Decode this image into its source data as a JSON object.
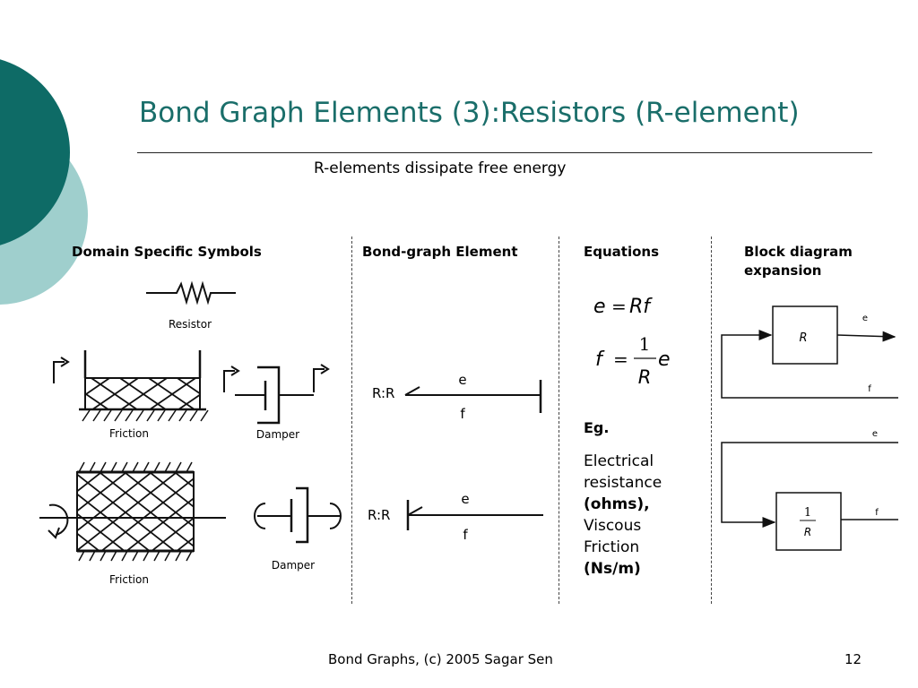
{
  "slide": {
    "title": "Bond Graph Elements (3):Resistors (R-element)",
    "subtitle": "R-elements dissipate free energy"
  },
  "columns": {
    "domain_symbols": "Domain Specific Symbols",
    "bond_graph_element": "Bond-graph Element",
    "equations": "Equations",
    "block_diagram": "Block diagram expansion"
  },
  "symbols": {
    "resistor": "Resistor",
    "friction_translational": "Friction",
    "damper_translational": "Damper",
    "friction_rotational": "Friction",
    "damper_rotational": "Damper"
  },
  "bond_graph": {
    "element_top": "R:R",
    "effort_top": "e",
    "flow_top": "f",
    "element_bottom": "R:R",
    "effort_bottom": "e",
    "flow_bottom": "f"
  },
  "equations": {
    "eq1_lhs": "e",
    "eq1_eq": "=",
    "eq1_rhs": "Rf",
    "eq2_lhs": "f",
    "eq2_eq": "=",
    "eq2_num": "1",
    "eq2_den": "R",
    "eq2_var": "e"
  },
  "example": {
    "heading": "Eg.",
    "line1": "Electrical",
    "line2": "resistance",
    "line3": "(ohms),",
    "line4": "Viscous",
    "line5": "Friction",
    "line6": "(Ns/m)"
  },
  "block_diagram": {
    "top_block": "R",
    "top_out": "e",
    "top_in": "f",
    "bottom_num": "1",
    "bottom_den": "R",
    "bottom_in": "e",
    "bottom_out": "f"
  },
  "footer": {
    "text": "Bond Graphs, (c) 2005 Sagar Sen",
    "page": "12"
  },
  "colors": {
    "title": "#1a6e6a",
    "deco_dark": "#0e6b66",
    "deco_light": "#9fcfcd"
  }
}
